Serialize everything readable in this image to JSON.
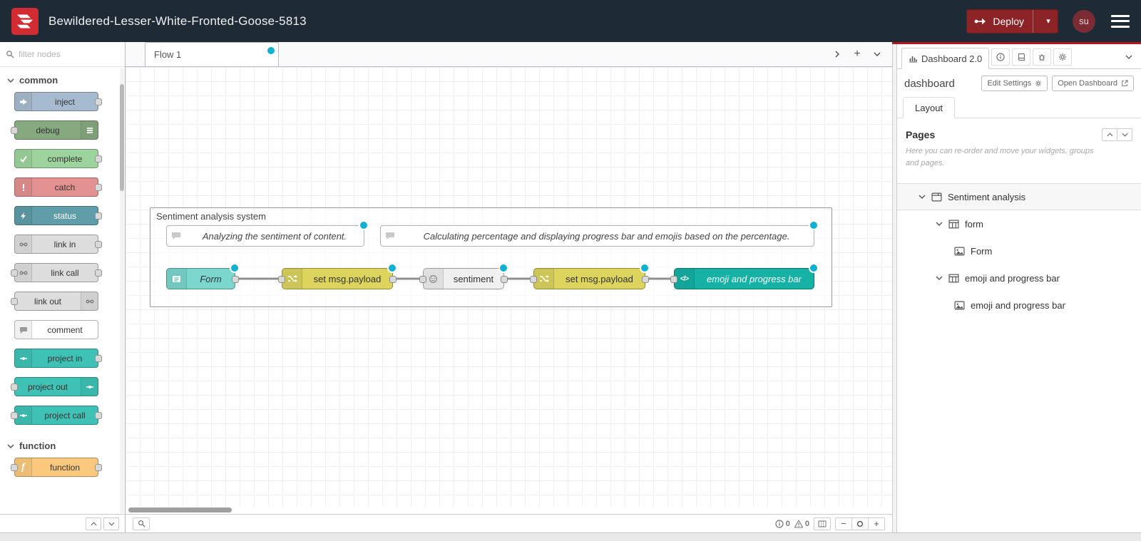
{
  "colors": {
    "header_bg": "#1f2a37",
    "accent_red": "#ad1625",
    "deploy_bg": "#8c2326",
    "avatar_bg": "#7a2b33",
    "modified_dot": "#0fb0d0"
  },
  "header": {
    "title": "Bewildered-Lesser-White-Fronted-Goose-5813",
    "deploy": {
      "label": "Deploy"
    },
    "user_badge": "su"
  },
  "palette": {
    "filter_placeholder": "filter nodes",
    "categories": [
      {
        "label": "common",
        "nodes": [
          {
            "label": "inject",
            "color": "#a6bbcf"
          },
          {
            "label": "debug",
            "color": "#87a980"
          },
          {
            "label": "complete",
            "color": "#9dd49d"
          },
          {
            "label": "catch",
            "color": "#e49191"
          },
          {
            "label": "status",
            "color": "#5f9ea8",
            "text": "#ffffff"
          },
          {
            "label": "link in",
            "color": "#dddddd"
          },
          {
            "label": "link call",
            "color": "#dddddd"
          },
          {
            "label": "link out",
            "color": "#dddddd"
          },
          {
            "label": "comment",
            "color": "#ffffff"
          },
          {
            "label": "project in",
            "color": "#3fc2b5"
          },
          {
            "label": "project out",
            "color": "#3fc2b5"
          },
          {
            "label": "project call",
            "color": "#3fc2b5"
          }
        ]
      },
      {
        "label": "function",
        "nodes": [
          {
            "label": "function",
            "color": "#fbc97d"
          }
        ]
      }
    ]
  },
  "workspace": {
    "tab": "Flow 1",
    "group_label": "Sentiment analysis system",
    "comments": [
      {
        "text": "Analyzing the sentiment of content."
      },
      {
        "text": "Calculating percentage and displaying progress bar and emojis based on the percentage."
      }
    ],
    "nodes": [
      {
        "label": "Form",
        "color": "#7bd7cd"
      },
      {
        "label": "set msg.payload",
        "color": "#ddd45e"
      },
      {
        "label": "sentiment",
        "color": "#f0f0f0"
      },
      {
        "label": "set msg.payload",
        "color": "#ddd45e"
      },
      {
        "label": "emoji and progress bar",
        "color": "#15b2a5",
        "text": "#ffffff"
      }
    ],
    "footer": {
      "info_count": "0",
      "warn_count": "0"
    }
  },
  "sidebar": {
    "active_tab": "Dashboard 2.0",
    "board_name": "dashboard",
    "edit_settings_label": "Edit Settings",
    "open_dashboard_label": "Open Dashboard",
    "layout_tab": "Layout",
    "section_title": "Pages",
    "help_text": "Here you can re-order and move your widgets, groups and pages.",
    "tree": [
      {
        "label": "Sentiment analysis"
      },
      {
        "label": "form"
      },
      {
        "label": "Form"
      },
      {
        "label": "emoji and progress bar"
      },
      {
        "label": "emoji and progress bar"
      }
    ]
  }
}
